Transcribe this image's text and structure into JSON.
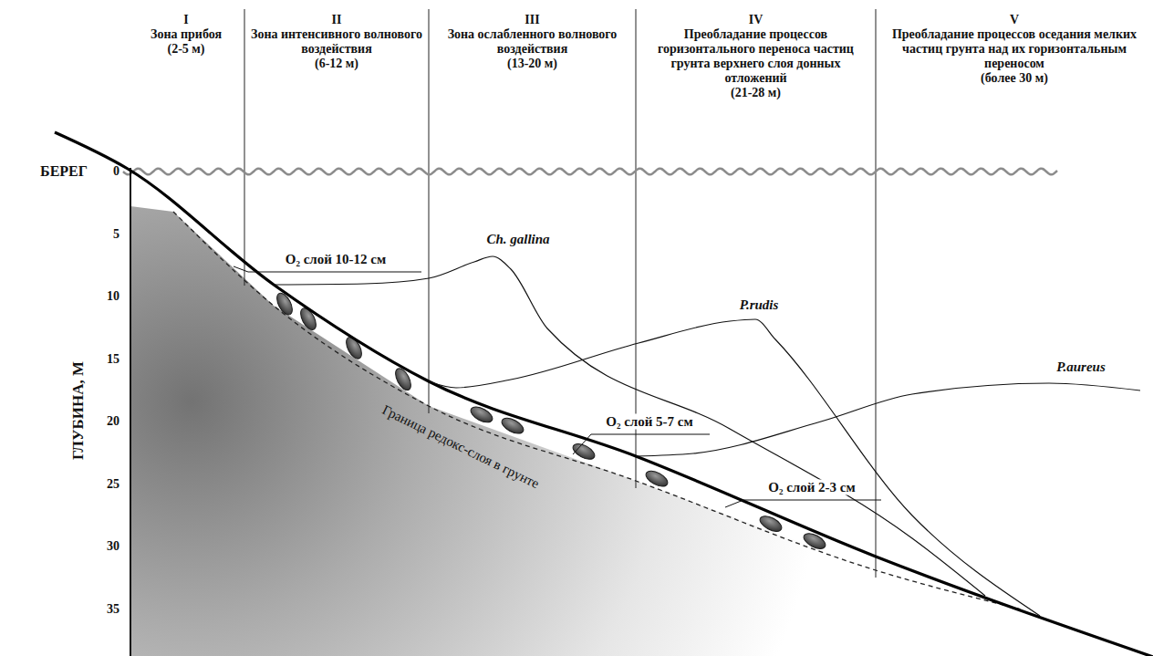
{
  "diagram": {
    "labels": [
      "I",
      "Зона прибоя",
      "(2-5 м)",
      "II",
      "Зона интенсивного волнового воздействия",
      "(6-12 м)",
      "III",
      "Зона ослабленного волнового воздействия",
      "(13-20 м)",
      "IV",
      "Преобладание процессов горизонтального переноса частиц грунта верхнего слоя донных отложений",
      "(21-28 м)",
      "V",
      "Преобладание процессов оседания мелких частиц грунта над их горизонтальным переносом",
      "(более 30 м)",
      "БЕРЕГ",
      "0",
      "5",
      "10",
      "15",
      "20",
      "25",
      "30",
      "35",
      "ГЛУБИНА, М",
      "O₂ слой 10-12 см",
      "Ch. gallina",
      "P.rudis",
      "P.aureus",
      "O₂ слой 5-7 см",
      "Граница редокс-слоя в грунте",
      "O₂ слой 2-3 см"
    ]
  }
}
